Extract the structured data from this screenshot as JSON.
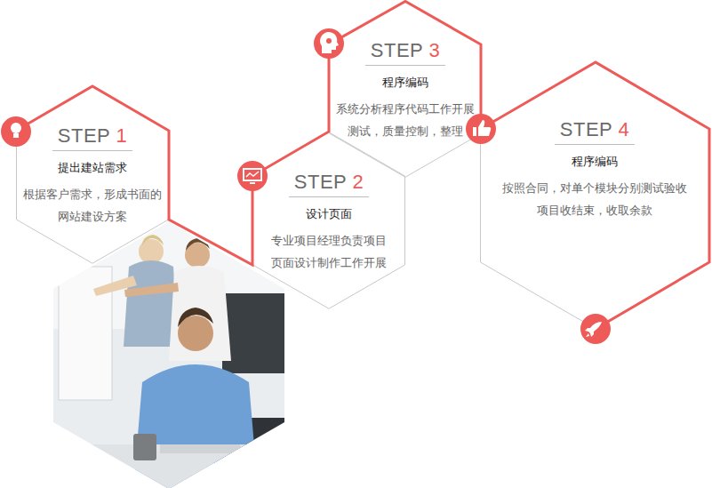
{
  "diagram": {
    "nodes": [
      {
        "text": [
          "STEP 1",
          "提出建站需求",
          "根据客户需求，形成书面的 网站建设方案"
        ]
      },
      {
        "text": [
          "STEP 2",
          "设计页面",
          "专业项目经理负责项目 页面设计制作工作开展"
        ]
      },
      {
        "text": [
          "STEP 3",
          "程序编码",
          "系统分析程序代码工作开展 测试，质量控制，整理"
        ]
      },
      {
        "text": [
          "STEP 4",
          "程序编码",
          "按照合同，对单个模块分别测试验收 项目收结束，收取余款"
        ]
      }
    ]
  }
}
